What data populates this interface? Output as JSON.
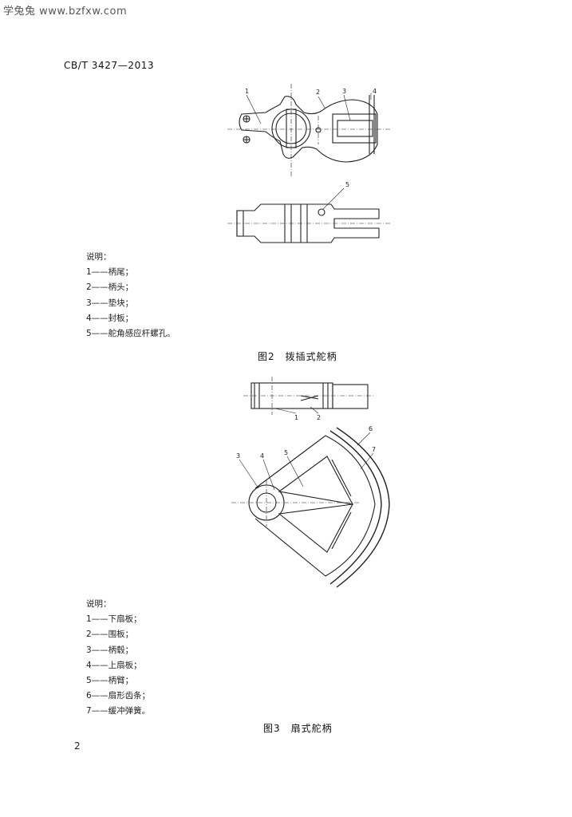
{
  "watermark": "学兔兔 www.bzfxw.com",
  "header": {
    "standard_id": "CB/T 3427—2013"
  },
  "figure2": {
    "callouts": [
      "1",
      "2",
      "3",
      "4",
      "5"
    ],
    "legend_title": "说明：",
    "legend": [
      "1——柄尾；",
      "2——柄头；",
      "3——垫块；",
      "4——封板；",
      "5——舵角感应杆螺孔。"
    ],
    "caption": "图2　拨插式舵柄"
  },
  "figure3": {
    "callouts": [
      "1",
      "2",
      "3",
      "4",
      "5",
      "6",
      "7"
    ],
    "legend_title": "说明：",
    "legend": [
      "1——下扇板；",
      "2——围板；",
      "3——柄毂；",
      "4——上扇板；",
      "5——柄臂；",
      "6——扇形齿条；",
      "7——缓冲弹簧。"
    ],
    "caption": "图3　扇式舵柄"
  },
  "page_number": "2"
}
